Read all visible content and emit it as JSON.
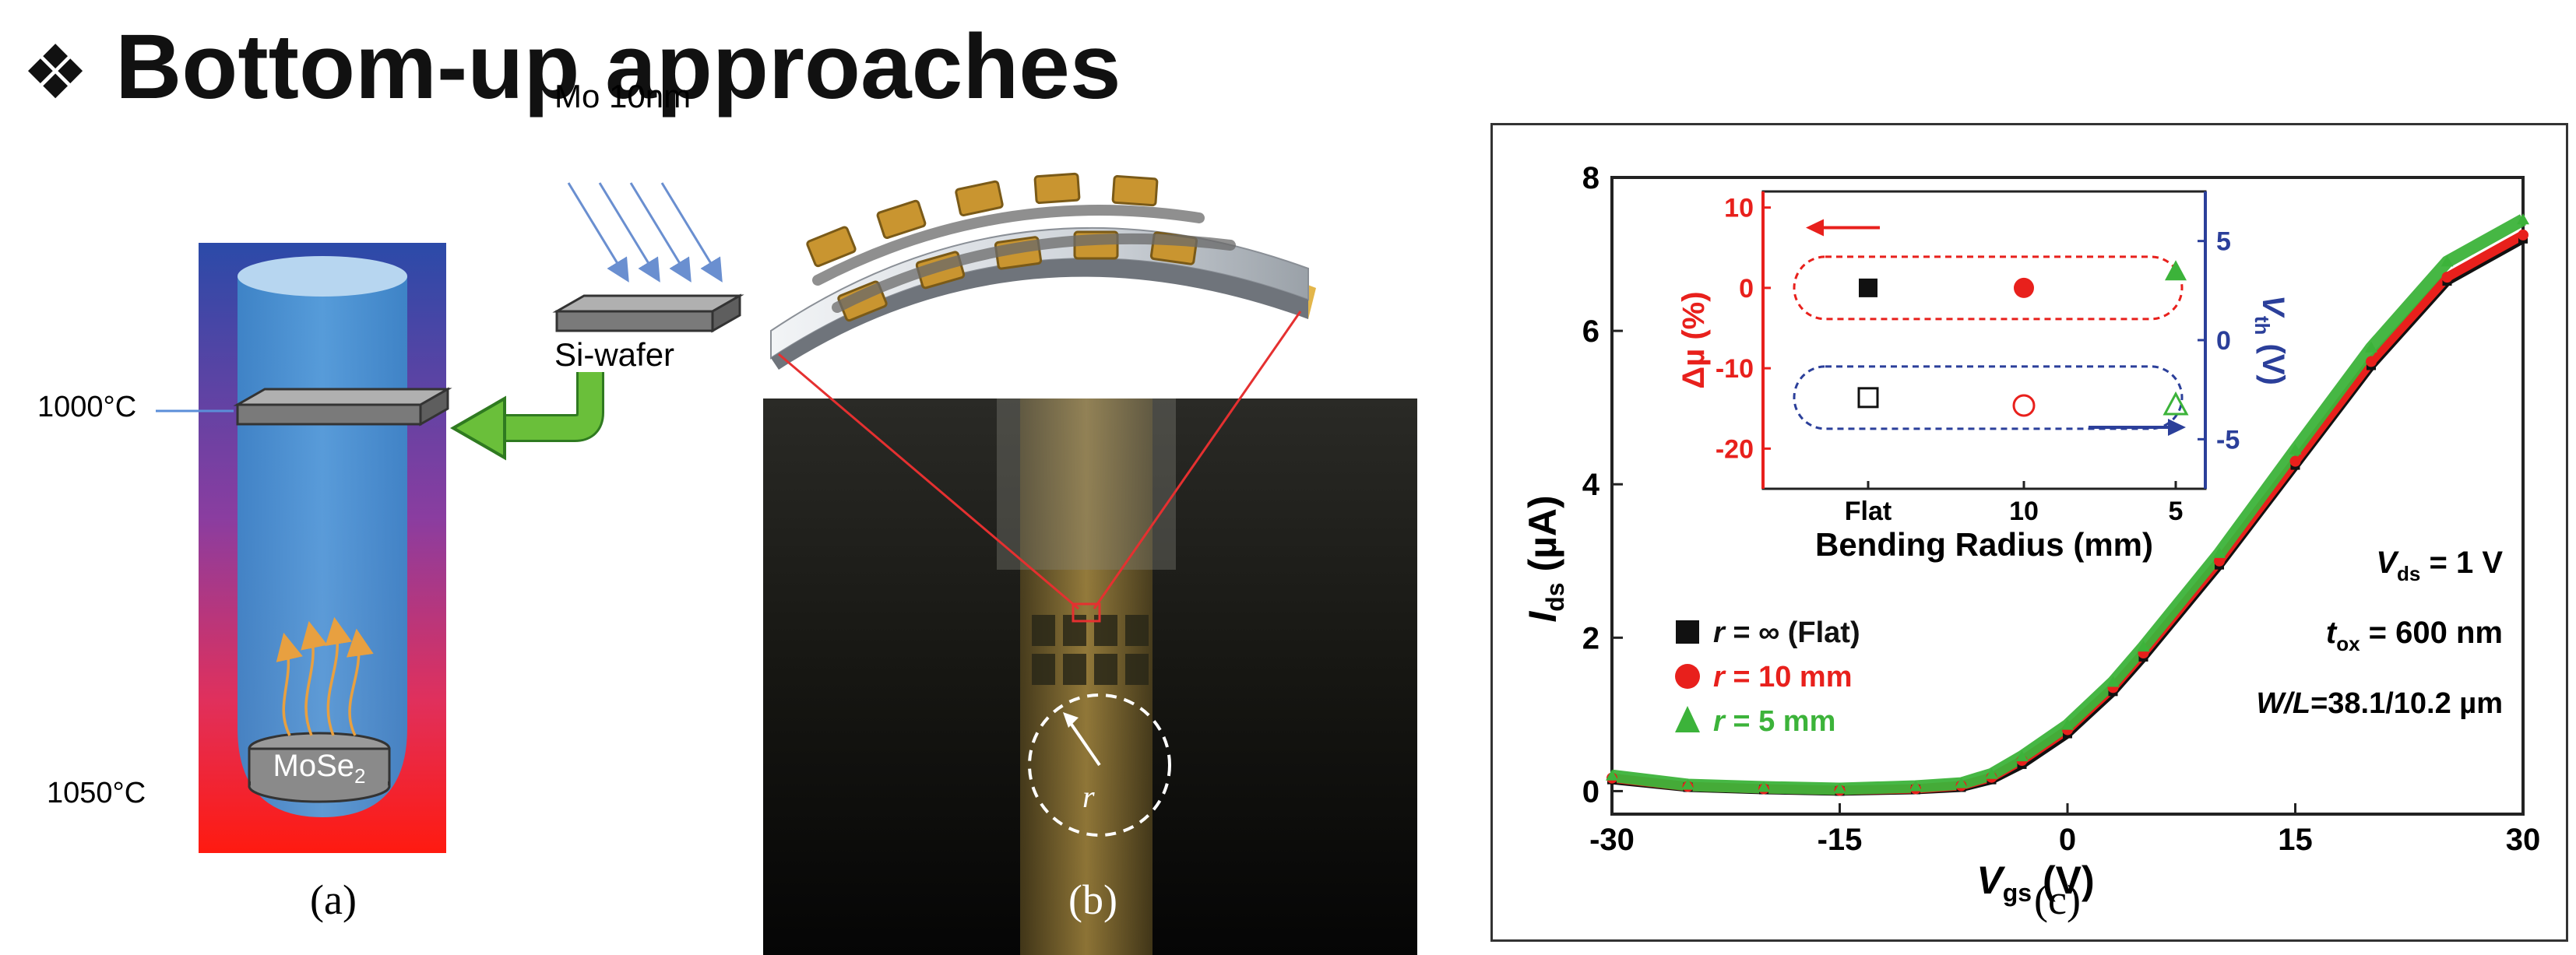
{
  "title": "Bottom-up approaches",
  "title_bullet": "❖",
  "panel_a": {
    "label": "(a)",
    "mo_label": "Mo 10nm",
    "wafer_label": "Si-wafer",
    "temp_top": "1000°C",
    "temp_bottom": "1050°C",
    "crucible_label": "MoSe",
    "crucible_sub": "2",
    "colors": {
      "tube_top": "#2b4aa8",
      "tube_mid": "#8a3da0",
      "tube_bottom": "#ff1a10",
      "arrow": "#6abf3a"
    }
  },
  "panel_b": {
    "label": "(b)",
    "radius_label": "r"
  },
  "panel_c": {
    "label": "(c)",
    "chart_data": [
      {
        "type": "line",
        "xlabel": "V",
        "xlabel_sub": "gs",
        "xlabel_unit": "(V)",
        "ylabel": "I",
        "ylabel_sub": "ds",
        "ylabel_unit": "(µA)",
        "xlim": [
          -30,
          30
        ],
        "ylim": [
          -0.3,
          8
        ],
        "xticks": [
          -30,
          -15,
          0,
          15,
          30
        ],
        "yticks": [
          0,
          2,
          4,
          6,
          8
        ],
        "x": [
          -30,
          -25,
          -20,
          -15,
          -10,
          -7,
          -5,
          -3,
          0,
          3,
          5,
          10,
          15,
          20,
          25,
          30
        ],
        "series": [
          {
            "name": "r = ∞ (Flat)",
            "r_label": "r",
            "r_text": " = ∞ (Flat)",
            "color": "#111111",
            "values": [
              0.15,
              0.05,
              0.02,
              0.0,
              0.02,
              0.05,
              0.15,
              0.35,
              0.75,
              1.3,
              1.75,
              2.95,
              4.25,
              5.55,
              6.65,
              7.2
            ]
          },
          {
            "name": "r = 10 mm",
            "r_label": "r",
            "r_text": " = 10 mm",
            "color": "#e8201c",
            "values": [
              0.17,
              0.06,
              0.03,
              0.01,
              0.03,
              0.07,
              0.18,
              0.4,
              0.8,
              1.35,
              1.8,
              3.0,
              4.3,
              5.6,
              6.7,
              7.25
            ]
          },
          {
            "name": "r = 5 mm",
            "r_label": "r",
            "r_text": " = 5 mm",
            "color": "#3cb33a",
            "values": [
              0.2,
              0.08,
              0.05,
              0.03,
              0.06,
              0.1,
              0.22,
              0.45,
              0.86,
              1.42,
              1.88,
              3.1,
              4.45,
              5.78,
              6.9,
              7.45
            ]
          }
        ],
        "annotations": {
          "vds": {
            "italic": "V",
            "sub": "ds",
            "text": " = 1 V"
          },
          "tox": {
            "italic": "t",
            "sub": "ox",
            "text": " = 600 nm"
          },
          "wl": {
            "italic": "W/L",
            "text": "=38.1/10.2 µm"
          }
        }
      },
      {
        "type": "scatter",
        "xlabel": "Bending Radius (mm)",
        "categories": [
          "Flat",
          "10",
          "5"
        ],
        "left_axis": {
          "label": "Δµ (%)",
          "ylim": [
            -25,
            12
          ],
          "ticks": [
            10,
            0,
            -10,
            -20
          ],
          "color": "#e8201c"
        },
        "right_axis": {
          "label": "V",
          "label_sub": "th",
          "label_unit": "(V)",
          "ylim": [
            -7.5,
            7.5
          ],
          "ticks": [
            5,
            0,
            -5
          ],
          "color": "#2b3f9a"
        },
        "series": [
          {
            "name": "Δµ",
            "axis": "left",
            "values": [
              0,
              0,
              2
            ],
            "filled": true,
            "colors": [
              "#111111",
              "#e8201c",
              "#3cb33a"
            ]
          },
          {
            "name": "Vth",
            "axis": "right",
            "values": [
              -2.9,
              -3.3,
              -3.3
            ],
            "filled": false,
            "colors": [
              "#111111",
              "#e8201c",
              "#3cb33a"
            ]
          }
        ]
      }
    ]
  }
}
